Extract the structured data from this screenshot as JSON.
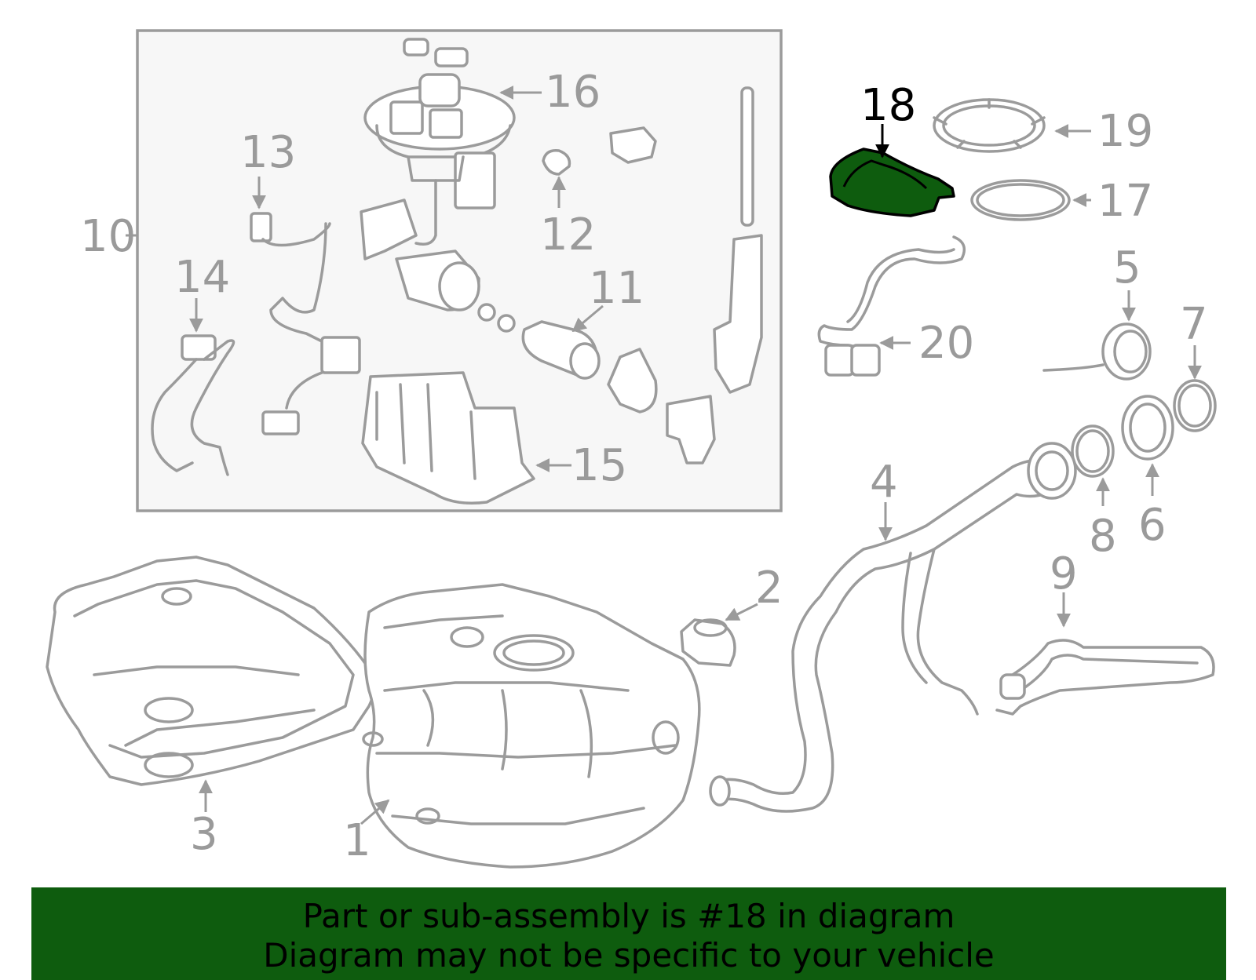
{
  "diagram": {
    "highlight_color": "#0e5c0e",
    "callouts": [
      {
        "id": "1",
        "label": "1"
      },
      {
        "id": "2",
        "label": "2"
      },
      {
        "id": "3",
        "label": "3"
      },
      {
        "id": "4",
        "label": "4"
      },
      {
        "id": "5",
        "label": "5"
      },
      {
        "id": "6",
        "label": "6"
      },
      {
        "id": "7",
        "label": "7"
      },
      {
        "id": "8",
        "label": "8"
      },
      {
        "id": "9",
        "label": "9"
      },
      {
        "id": "10",
        "label": "10"
      },
      {
        "id": "11",
        "label": "11"
      },
      {
        "id": "12",
        "label": "12"
      },
      {
        "id": "13",
        "label": "13"
      },
      {
        "id": "14",
        "label": "14"
      },
      {
        "id": "15",
        "label": "15"
      },
      {
        "id": "16",
        "label": "16"
      },
      {
        "id": "17",
        "label": "17"
      },
      {
        "id": "18",
        "label": "18",
        "highlighted": true
      },
      {
        "id": "19",
        "label": "19"
      },
      {
        "id": "20",
        "label": "20"
      }
    ]
  },
  "banner": {
    "line1": "Part or sub-assembly is #18 in diagram",
    "line2": "Diagram may not be specific to your vehicle"
  }
}
